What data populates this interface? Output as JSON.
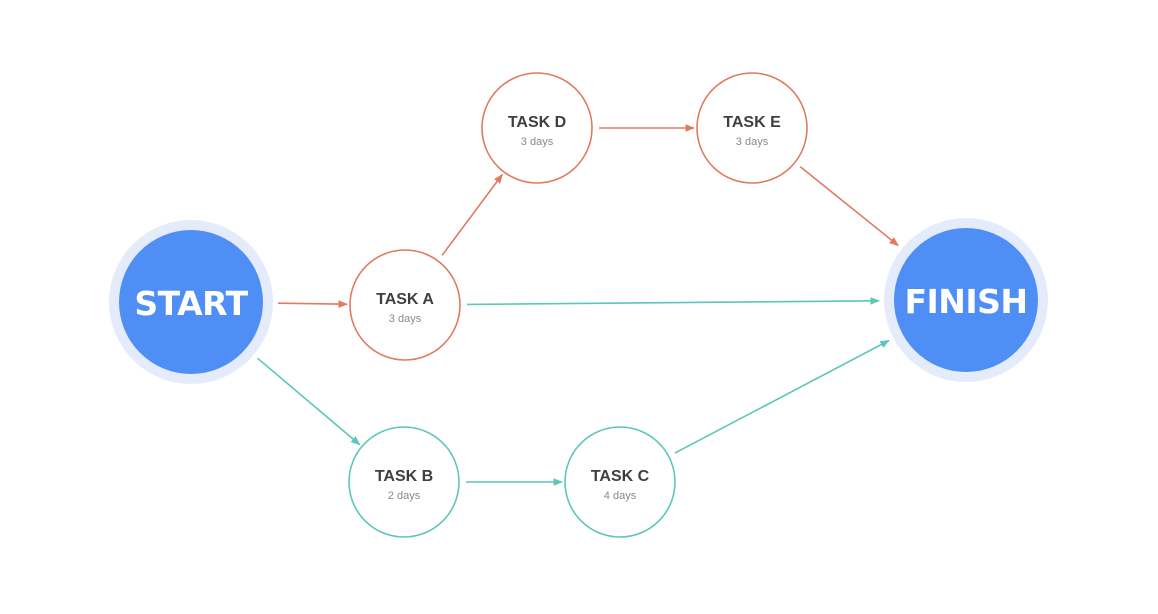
{
  "colors": {
    "critical_path": "#e07a60",
    "non_critical_path": "#5cc7b8",
    "endpoint_fill": "#4f8ef4",
    "endpoint_halo": "#e4ebfb"
  },
  "start": {
    "label": "START"
  },
  "finish": {
    "label": "FINISH"
  },
  "tasks": {
    "a": {
      "name": "TASK A",
      "duration": "3 days"
    },
    "b": {
      "name": "TASK B",
      "duration": "2 days"
    },
    "c": {
      "name": "TASK C",
      "duration": "4 days"
    },
    "d": {
      "name": "TASK D",
      "duration": "3 days"
    },
    "e": {
      "name": "TASK E",
      "duration": "3 days"
    }
  },
  "edges": [
    {
      "from": "start",
      "to": "a",
      "style": "critical_path"
    },
    {
      "from": "a",
      "to": "d",
      "style": "critical_path"
    },
    {
      "from": "d",
      "to": "e",
      "style": "critical_path"
    },
    {
      "from": "e",
      "to": "finish",
      "style": "critical_path"
    },
    {
      "from": "a",
      "to": "finish",
      "style": "non_critical_path"
    },
    {
      "from": "start",
      "to": "b",
      "style": "non_critical_path"
    },
    {
      "from": "b",
      "to": "c",
      "style": "non_critical_path"
    },
    {
      "from": "c",
      "to": "finish",
      "style": "non_critical_path"
    }
  ]
}
